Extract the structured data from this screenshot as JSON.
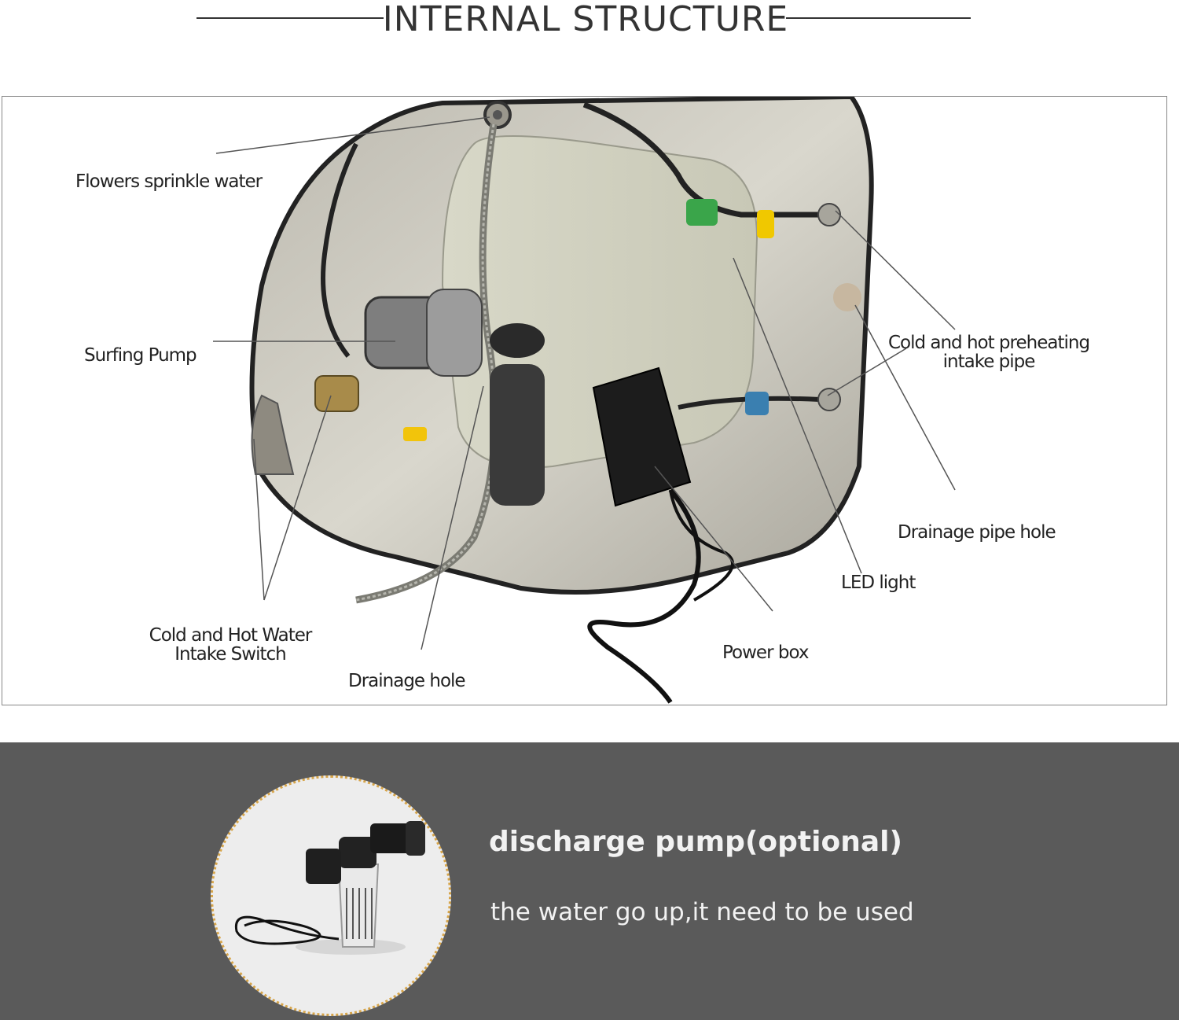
{
  "header": {
    "title": "INTERNAL STRUCTURE"
  },
  "diagram": {
    "labels": {
      "flowers_sprinkle": "Flowers sprinkle water",
      "surfing_pump": "Surfing Pump",
      "cold_hot_preheating_line1": "Cold and hot preheating",
      "cold_hot_preheating_line2": "intake pipe",
      "drainage_pipe_hole": "Drainage pipe hole",
      "led_light": "LED light",
      "power_box": "Power box",
      "cold_hot_switch_line1": "Cold and Hot Water",
      "cold_hot_switch_line2": "Intake Switch",
      "drainage_hole": "Drainage hole"
    }
  },
  "optional_pump": {
    "title": "discharge pump(optional)",
    "description": "the water go up,it need to be used"
  },
  "colors": {
    "band": "#5a5a5a",
    "circle_border": "#d7a54a"
  }
}
